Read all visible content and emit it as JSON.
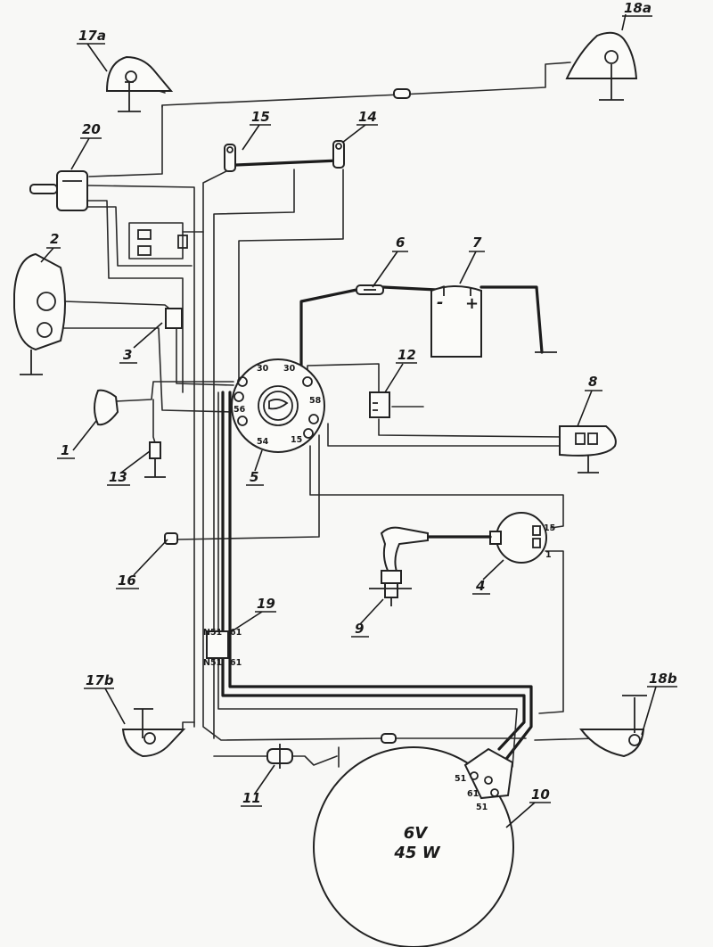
{
  "labels": {
    "c1": "1",
    "c2": "2",
    "c3": "3",
    "c4": "4",
    "c5": "5",
    "c6": "6",
    "c7": "7",
    "c8": "8",
    "c9": "9",
    "c10": "10",
    "c11": "11",
    "c12": "12",
    "c13": "13",
    "c14": "14",
    "c15": "15",
    "c16": "16",
    "c17a": "17a",
    "c17b": "17b",
    "c18a": "18a",
    "c18b": "18b",
    "c19": "19",
    "c20": "20"
  },
  "switch_terminals": {
    "t30a": "30",
    "t30b": "30",
    "t56": "56",
    "t58": "58",
    "t54": "54",
    "t15": "15"
  },
  "battery": {
    "minus": "-",
    "plus": "+"
  },
  "coil_terminals": {
    "t15": "15",
    "t1": "1"
  },
  "relay_terminals": {
    "tl1": "N51",
    "tr1": "61",
    "tl2": "N51",
    "tr2": "61"
  },
  "generator": {
    "line1": "6V",
    "line2": "45 W",
    "t_a": "51",
    "t_b": "61",
    "t_c": "51"
  }
}
